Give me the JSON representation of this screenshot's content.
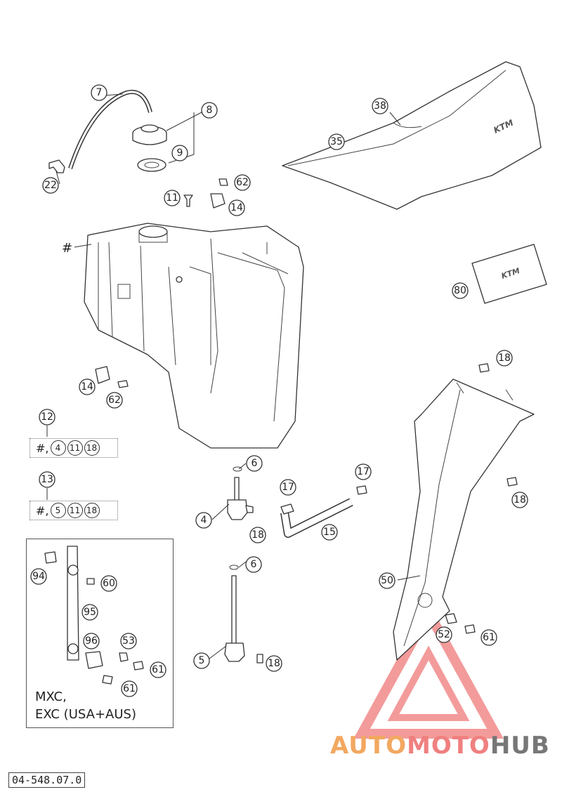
{
  "callouts": {
    "c7": "7",
    "c8": "8",
    "c9": "9",
    "c22": "22",
    "c38": "38",
    "c35": "35",
    "c62a": "62",
    "c11a": "11",
    "c14a": "14",
    "c80": "80",
    "c18a": "18",
    "c14b": "14",
    "c62b": "62",
    "c6a": "6",
    "c17a": "17",
    "c17b": "17",
    "c4": "4",
    "c18b": "18",
    "c15": "15",
    "c18c": "18",
    "c6b": "6",
    "c50": "50",
    "c5": "5",
    "c18d": "18",
    "c52": "52",
    "c61a": "61",
    "c94": "94",
    "c60": "60",
    "c95": "95",
    "c96": "96",
    "c53": "53",
    "c61b": "61",
    "c61c": "61",
    "c12": "12",
    "c13": "13"
  },
  "hash_label": "#",
  "kits": {
    "kit12": {
      "prefix": "#,",
      "parts": [
        "4",
        "11",
        "18"
      ]
    },
    "kit13": {
      "prefix": "#,",
      "parts": [
        "5",
        "11",
        "18"
      ]
    }
  },
  "inset": {
    "line1": "MXC,",
    "line2": "EXC (USA+AUS)"
  },
  "diagram_ref": "04-548.07.0",
  "watermark": {
    "part1": "AUTO",
    "part2": "MOTO",
    "part3": "HUB"
  }
}
